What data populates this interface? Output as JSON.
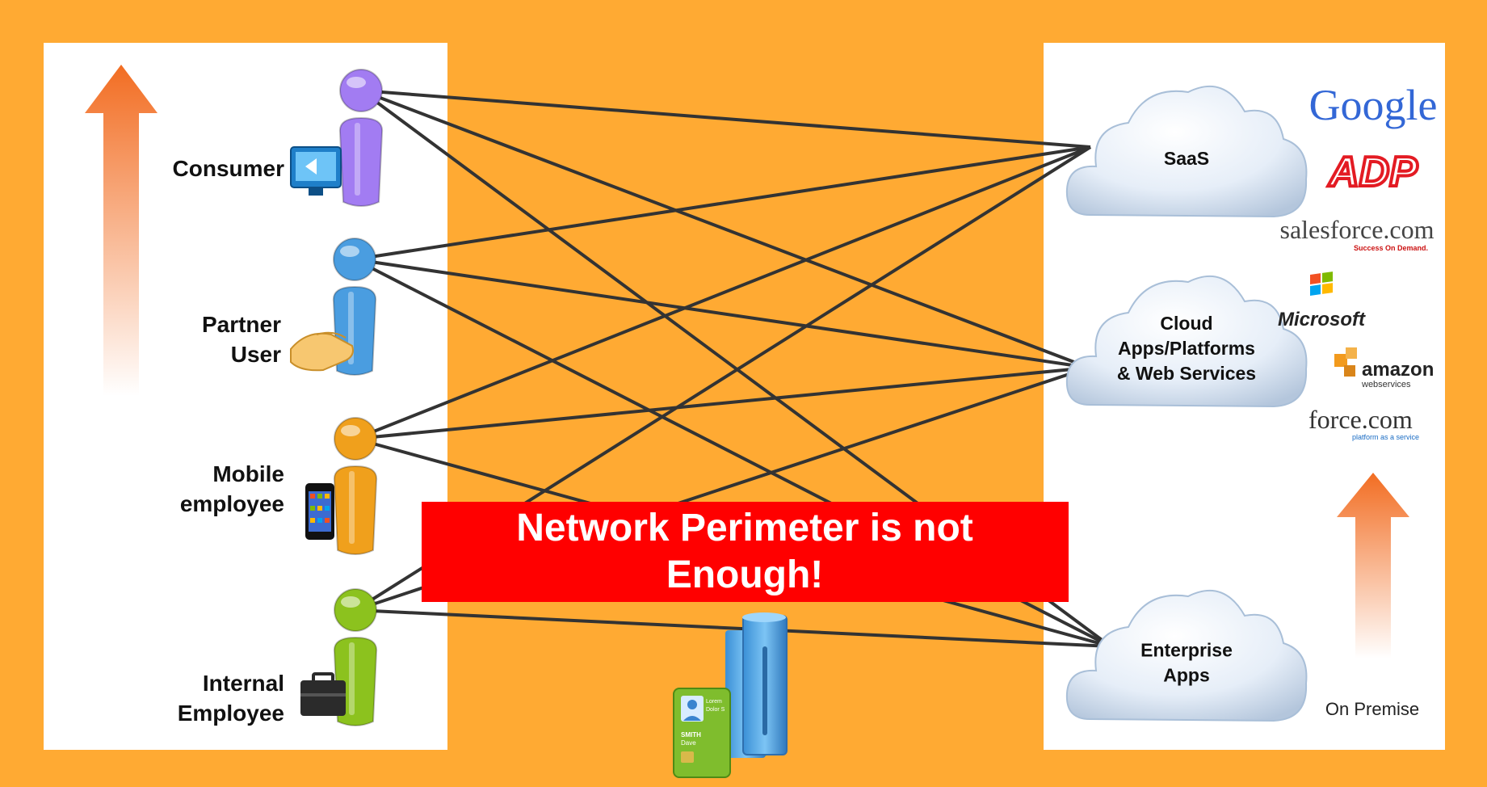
{
  "users": [
    {
      "id": "consumer",
      "lines": [
        "Consumer"
      ],
      "color": "#a27cf2",
      "accessory": "monitor-icon"
    },
    {
      "id": "partner",
      "lines": [
        "Partner",
        "User"
      ],
      "color": "#4a9de0",
      "accessory": "handshake-icon"
    },
    {
      "id": "mobile",
      "lines": [
        "Mobile",
        "employee"
      ],
      "color": "#f0a01c",
      "accessory": "smartphone-icon"
    },
    {
      "id": "internal",
      "lines": [
        "Internal",
        "Employee"
      ],
      "color": "#8cc21e",
      "accessory": "briefcase-icon"
    }
  ],
  "clouds": [
    {
      "id": "saas",
      "lines": [
        "SaaS"
      ]
    },
    {
      "id": "platforms",
      "lines": [
        "Cloud",
        "Apps/Platforms",
        "& Web Services"
      ]
    },
    {
      "id": "enterprise",
      "lines": [
        "Enterprise",
        "Apps"
      ]
    }
  ],
  "connections": [
    [
      "consumer",
      "saas"
    ],
    [
      "consumer",
      "platforms"
    ],
    [
      "consumer",
      "enterprise"
    ],
    [
      "partner",
      "saas"
    ],
    [
      "partner",
      "platforms"
    ],
    [
      "partner",
      "enterprise"
    ],
    [
      "mobile",
      "saas"
    ],
    [
      "mobile",
      "platforms"
    ],
    [
      "mobile",
      "enterprise"
    ],
    [
      "internal",
      "saas"
    ],
    [
      "internal",
      "platforms"
    ],
    [
      "internal",
      "enterprise"
    ]
  ],
  "vendors": {
    "google": "Google",
    "adp": "ADP",
    "salesforce": "salesforce.com",
    "salesforce_tagline": "Success On Demand.",
    "microsoft": "Microsoft",
    "amazon": "amazon",
    "amazon_sub": "webservices",
    "force": "force.com",
    "force_sub": "platform as a service"
  },
  "on_premise": "On Premise",
  "banner": {
    "lines": [
      "Network Perimeter is not",
      "Enough!"
    ]
  },
  "badge": {
    "name_lines": [
      "Lorem",
      "Dolor S"
    ],
    "surname": "SMITH",
    "first": "Dave"
  },
  "colors": {
    "background": "#ffaa33",
    "banner": "#ff0000",
    "arrow": "#f26d22",
    "line": "#333333"
  }
}
